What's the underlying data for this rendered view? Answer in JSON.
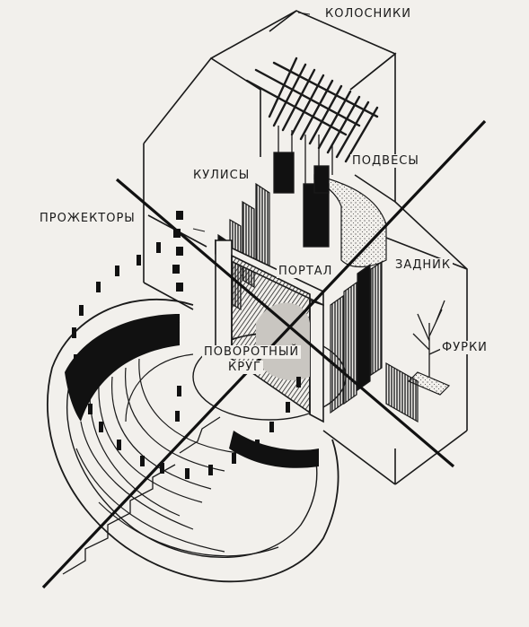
{
  "diagram": {
    "labels": {
      "kolosniki": "КОЛОСНИКИ",
      "kulisy": "КУЛИСЫ",
      "podvesy": "ПОДВЕСЫ",
      "prozhektory": "ПРОЖЕКТОРЫ",
      "portal": "ПОРТАЛ",
      "zadnik": "ЗАДНИК",
      "povorotny": "ПОВОРОТНЫЙ",
      "krug": "КРУГ",
      "furki": "ФУРКИ"
    }
  }
}
